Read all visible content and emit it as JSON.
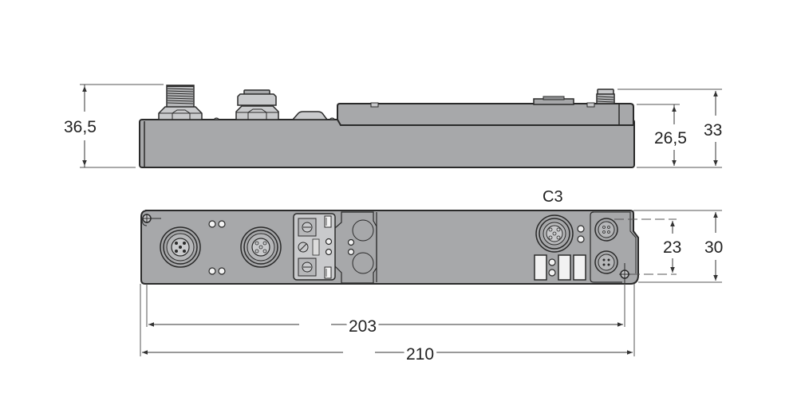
{
  "drawing": {
    "type": "dimensional drawing",
    "units": "mm",
    "colors": {
      "body": "#a7a8aa",
      "body_dark": "#909193",
      "outline": "#2a2a2a",
      "connector_light": "#c9cacc",
      "led": "#f2f2f2",
      "dim_line": "#333333",
      "background": "#ffffff"
    },
    "side_view": {
      "dimensions": {
        "overall_height_left": "36,5",
        "body_height": "26,5",
        "height_right_connector": "33"
      }
    },
    "top_view": {
      "connector_label": "C3",
      "dimensions": {
        "mounting_hole_spacing_vertical": "23",
        "width": "30",
        "mounting_hole_spacing_horizontal": "203",
        "overall_length": "210"
      }
    }
  }
}
